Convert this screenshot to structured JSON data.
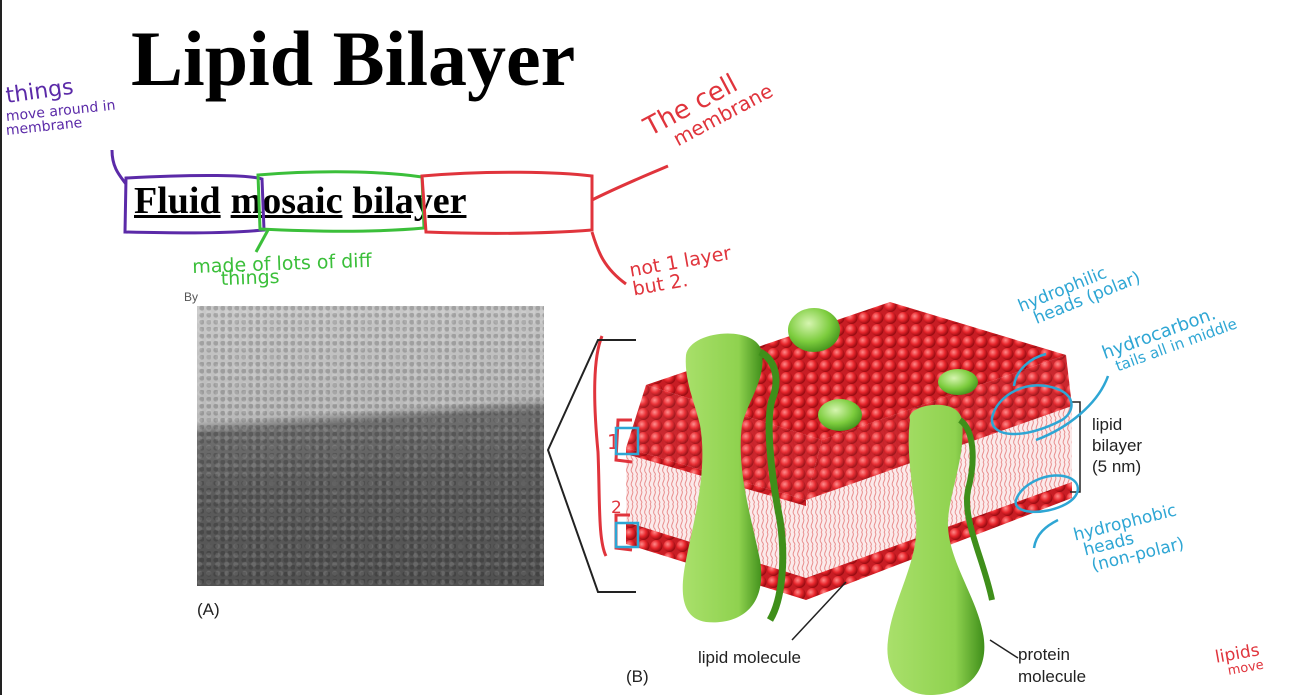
{
  "slide": {
    "title": "Lipid Bilayer",
    "subtitle": {
      "word1": "Fluid",
      "word2": "mosaic",
      "word3": "bilayer"
    }
  },
  "figure": {
    "credit": "By",
    "panel_a_label": "(A)",
    "panel_b_label": "(B)",
    "lipid_bilayer_label": [
      "lipid",
      "bilayer",
      "(5 nm)"
    ],
    "lipid_molecule_label": "lipid molecule",
    "protein_molecule_label": [
      "protein",
      "molecule"
    ]
  },
  "annotations": {
    "purple_note": [
      "things",
      "move around in",
      "membrane"
    ],
    "red_cell_membrane": [
      "The cell",
      "membrane"
    ],
    "red_not_one_layer": [
      "not 1 layer",
      "but 2."
    ],
    "green_note": [
      "made of  lots of diff",
      "things"
    ],
    "cyan_heads": [
      "hydrophilic",
      "heads (polar)"
    ],
    "cyan_tails": [
      "hydrocarbon.",
      "tails all in middle"
    ],
    "cyan_phobic": [
      "hydrophobic",
      "heads",
      "(non-polar)"
    ],
    "red_corner": [
      "lipids",
      "move"
    ],
    "layer_marks": [
      "1",
      "2"
    ]
  },
  "colors": {
    "purple_ink": "#5b2aa8",
    "red_ink": "#e0343c",
    "green_ink": "#3bbf3a",
    "cyan_ink": "#2ea6d4",
    "lipid_head": "#e8262c",
    "protein_green": "#8fd24f"
  }
}
